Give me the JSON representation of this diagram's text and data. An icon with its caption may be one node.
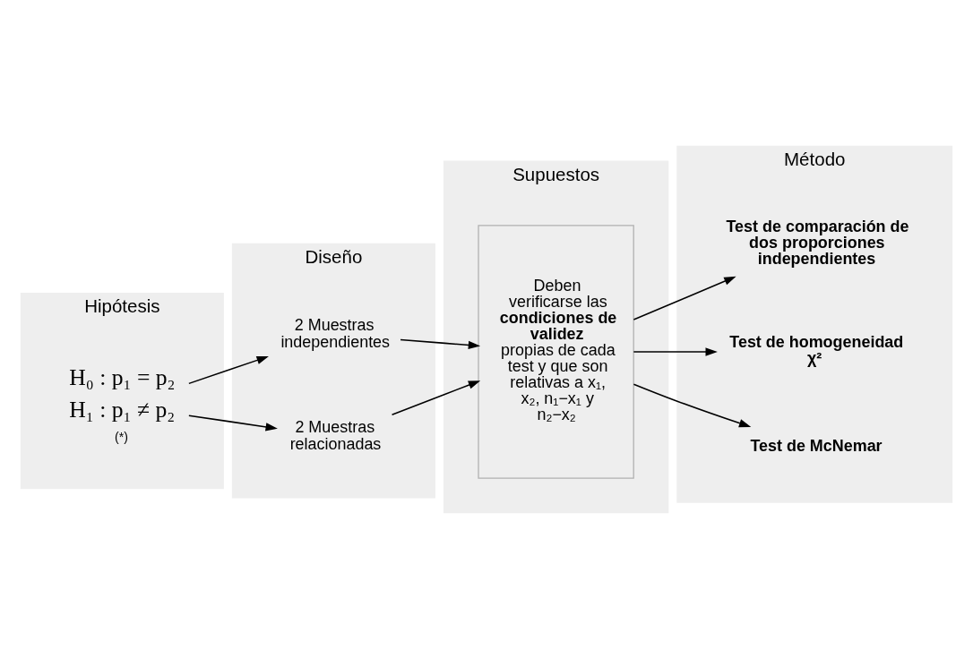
{
  "diagram": {
    "nodes": [
      {
        "text": [
          "Hipótesis"
        ]
      },
      {
        "text": [
          "H₀ : p₁ = p₂",
          "H₁ : p₁ ≠ p₂"
        ],
        "in": 0,
        "beside": [
          "(*)"
        ]
      },
      {
        "text": [
          "Diseño"
        ]
      },
      {
        "text": [
          "2 Muestras independientes"
        ],
        "in": 2
      },
      {
        "text": [
          "2 Muestras relacionadas"
        ],
        "in": 2
      },
      {
        "text": [
          "Supuestos"
        ]
      },
      {
        "text": [
          "Deben verificarse las **condiciones de validez** propias de cada test y que son relativas a x₁, x₂, n₁−x₁ y n₂−x₂"
        ],
        "in": 5
      },
      {
        "text": [
          "Método"
        ]
      },
      {
        "text": [
          "Test de comparación de dos proporciones independientes"
        ],
        "in": 7
      },
      {
        "text": [
          "Test de homogeneidad χ²"
        ],
        "in": 7
      },
      {
        "text": [
          "Test de McNemar"
        ],
        "in": 7
      }
    ],
    "edges": [
      {
        "from": 1,
        "to": 3,
        "arrow": "to"
      },
      {
        "from": 1,
        "to": 4,
        "arrow": "to"
      },
      {
        "from": 3,
        "to": 6,
        "arrow": "to"
      },
      {
        "from": 4,
        "to": 6,
        "arrow": "to"
      },
      {
        "from": 6,
        "to": 8,
        "arrow": "to"
      },
      {
        "from": 6,
        "to": 9,
        "arrow": "to"
      },
      {
        "from": 6,
        "to": 10,
        "arrow": "to"
      }
    ]
  }
}
